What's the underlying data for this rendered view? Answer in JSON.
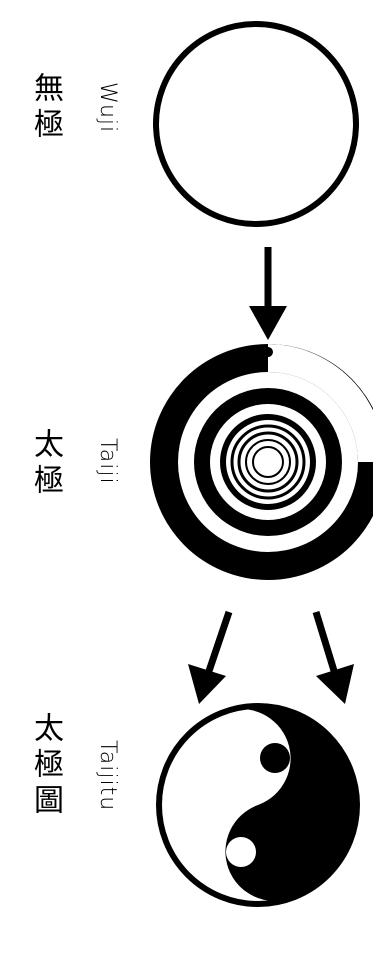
{
  "stages": [
    {
      "romanized": "Wuji",
      "characters": "無極",
      "symbol": "empty-circle-icon"
    },
    {
      "romanized": "Taiji",
      "characters": "太極",
      "symbol": "spiral-circle-icon"
    },
    {
      "romanized": "Taijitu",
      "characters": "太極圖",
      "symbol": "yin-yang-icon"
    }
  ],
  "colors": {
    "ink": "#000000",
    "paper": "#ffffff"
  }
}
